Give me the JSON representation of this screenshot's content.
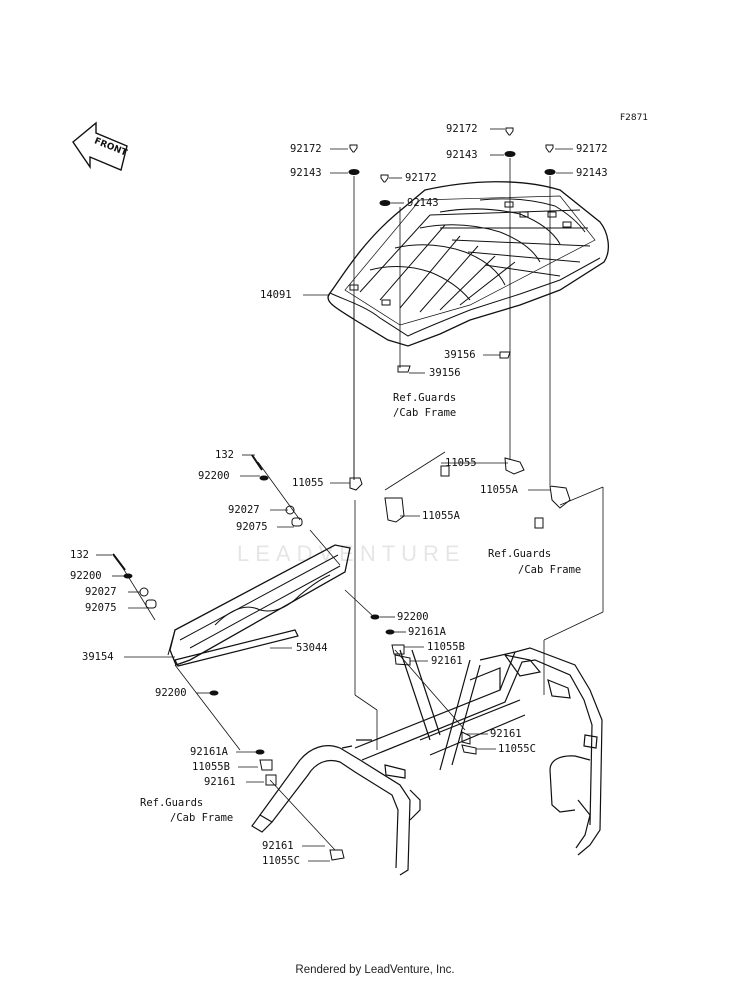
{
  "figure_code": "F2871",
  "front_label": "FRONT",
  "watermark": "LEADVENTURE",
  "footer": "Rendered by LeadVenture, Inc.",
  "parts": {
    "p92172_a": "92172",
    "p92143_a": "92143",
    "p92172_b": "92172",
    "p92143_b": "92143",
    "p92172_c": "92172",
    "p92143_c": "92143",
    "p92172_d": "92172",
    "p92143_d": "92143",
    "p14091": "14091",
    "p39156_a": "39156",
    "p39156_b": "39156",
    "p11055_a": "11055",
    "p11055_b": "11055",
    "p11055A_a": "11055A",
    "p11055A_b": "11055A",
    "p132_a": "132",
    "p92200_a": "92200",
    "p92027_a": "92027",
    "p92075_a": "92075",
    "p132_b": "132",
    "p92200_b": "92200",
    "p92027_b": "92027",
    "p92075_b": "92075",
    "p39154": "39154",
    "p53044": "53044",
    "p92200_c": "92200",
    "p92200_d": "92200",
    "p92161A_a": "92161A",
    "p11055B_a": "11055B",
    "p92161_a": "92161",
    "p92161_b": "92161",
    "p11055C_a": "11055C",
    "p92161A_b": "92161A",
    "p11055B_b": "11055B",
    "p92161_c": "92161",
    "p92161_d": "92161",
    "p11055C_b": "11055C"
  },
  "refs": {
    "ref1_line1": "Ref.Guards",
    "ref1_line2": "/Cab Frame",
    "ref2_line1": "Ref.Guards",
    "ref2_line2": "/Cab Frame",
    "ref3_line1": "Ref.Guards",
    "ref3_line2": "/Cab Frame"
  }
}
